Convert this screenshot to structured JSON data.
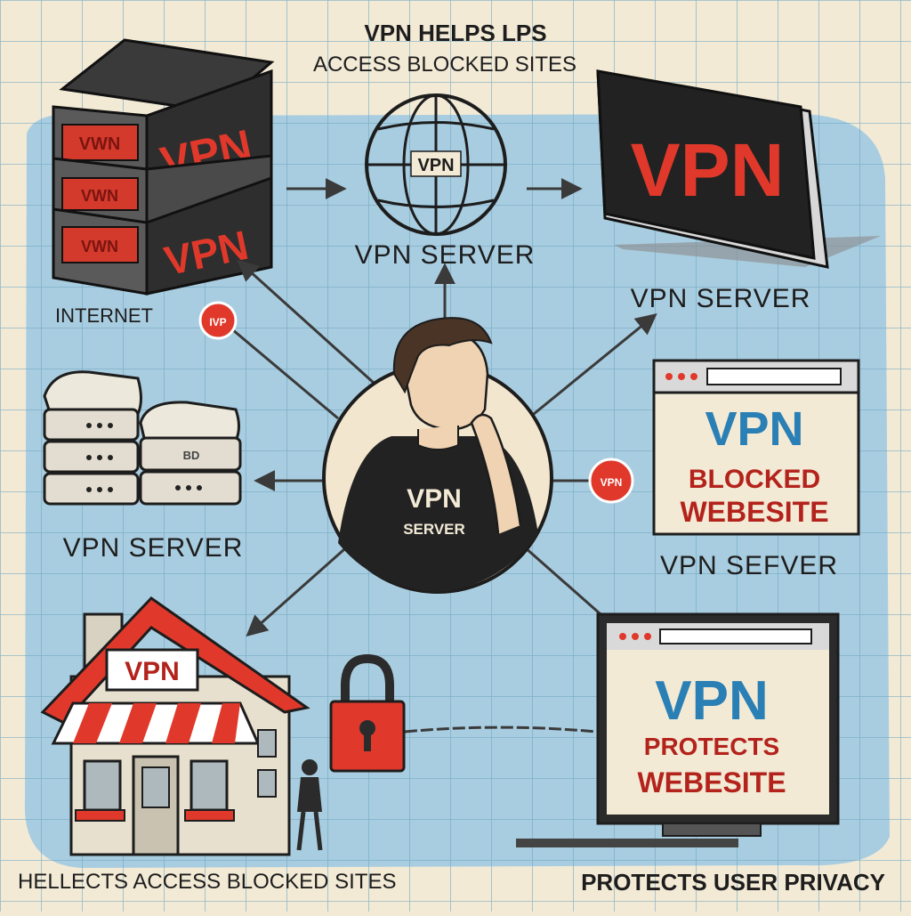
{
  "title": {
    "line1": "VPN HELPS LPS",
    "line2": "ACCESS BLOCKED SITES"
  },
  "labels": {
    "internet": "INTERNET",
    "server_top": "VPN SERVER",
    "server_right_top": "VPN SERVER",
    "server_left": "VPN SERVER",
    "server_right_mid": "VPN SEFVER"
  },
  "rack": {
    "unit_top": "VPN",
    "unit_bottom": "VPN",
    "side_top": "VWN",
    "side_mid": "VWN",
    "side_bottom": "VWN"
  },
  "globe_text": "VPN",
  "panel_text": "VPN",
  "person": {
    "shirt_line1": "VPN",
    "shirt_line2": "SERVER"
  },
  "badges": {
    "left": "IVP",
    "right": "VPN"
  },
  "small_servers": {
    "label": "BD"
  },
  "browser_mid": {
    "line1": "VPN",
    "line2": "BLOCKED",
    "line3": "WEBESITE"
  },
  "house_sign": "VPN",
  "monitor": {
    "line1": "VPN",
    "line2": "PROTECTS",
    "line3": "WEBESITE"
  },
  "footer": {
    "left": "HELLECTS ACCESS BLOCKED SITES",
    "right": "PROTECTS USER PRIVACY"
  },
  "colors": {
    "paper": "#f3ead6",
    "sky": "#a9cde0",
    "grid": "#6fa6c2",
    "red": "#e0392b",
    "dark": "#2b2b2b",
    "blue": "#2a7fb5",
    "dark_red": "#b3231c"
  }
}
